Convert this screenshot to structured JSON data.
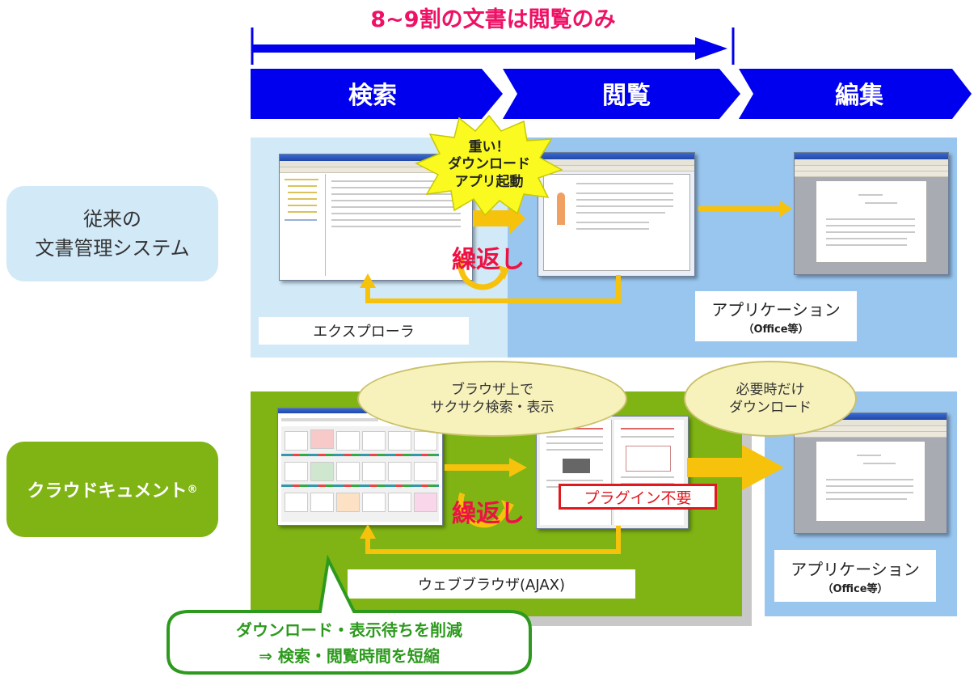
{
  "header": {
    "title": "8~9割の文書は閲覧のみ",
    "stages": [
      "検索",
      "閲覧",
      "編集"
    ]
  },
  "rows": {
    "legacy": {
      "label": "従来の\n文書管理システム",
      "burst": "重い！\nダウンロード\nアプリ起動",
      "repeat": "繰返し",
      "explorer_label": "エクスプローラ",
      "app_label": "アプリケーション",
      "app_sublabel": "（Office等）"
    },
    "cloud": {
      "label": "クラウドキュメント",
      "label_mark": "®",
      "oval_browse": "ブラウザ上で\nサクサク検索・表示",
      "oval_download": "必要時だけ\nダウンロード",
      "repeat": "繰返し",
      "plugin_label": "プラグイン不要",
      "browser_label": "ウェブブラウザ(AJAX)",
      "app_label": "アプリケーション",
      "app_sublabel": "（Office等）"
    }
  },
  "callout": {
    "line1": "ダウンロード・表示待ちを削減",
    "line2": "⇒ 検索・閲覧時間を短縮"
  },
  "colors": {
    "blue_arrow": "#0000ee",
    "title_red": "#ee1166",
    "light_blue": "#d2e9f8",
    "mid_blue": "#98c6ef",
    "green": "#7fb414",
    "repeat_red": "#ee1144",
    "arrow_yellow": "#f6c20c",
    "callout_green": "#2d9a1e"
  }
}
